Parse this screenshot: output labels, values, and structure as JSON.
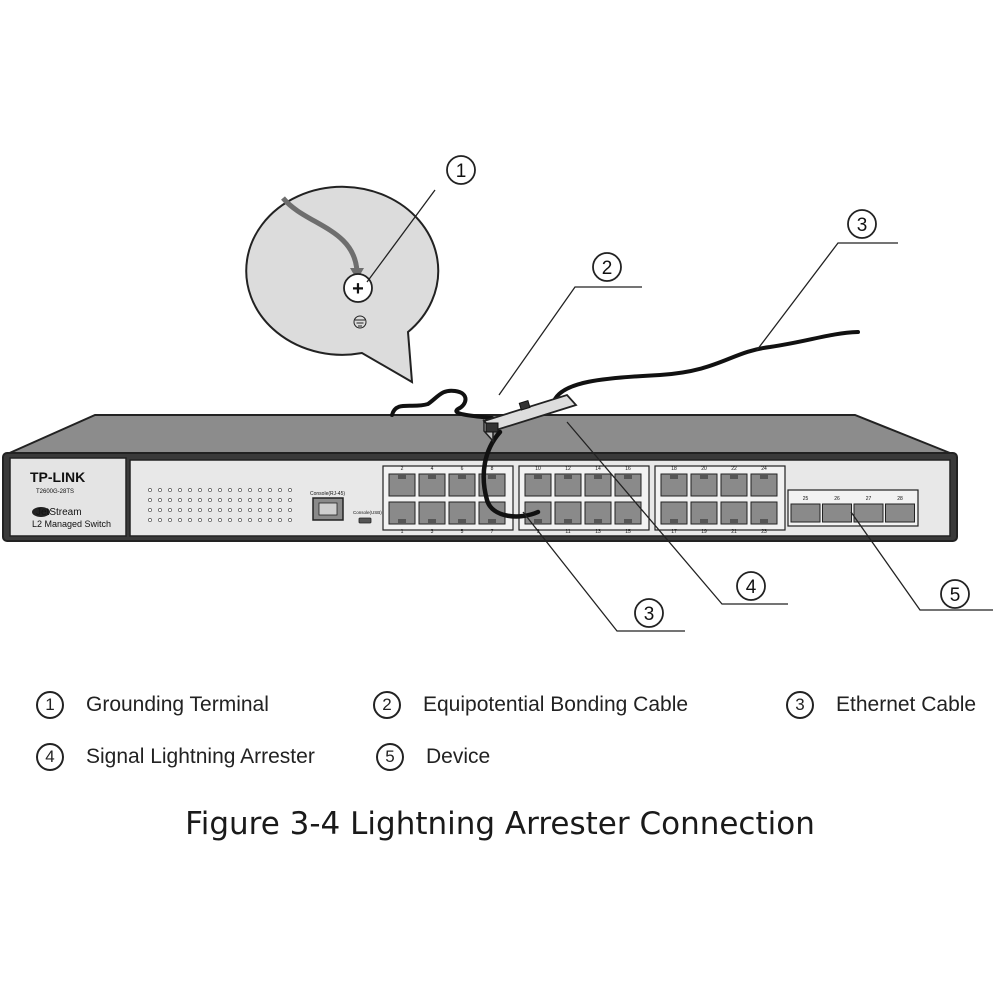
{
  "callouts": [
    "1",
    "2",
    "3",
    "4",
    "3",
    "5"
  ],
  "device": {
    "brand": "TP-LINK",
    "model": "T2600G-28TS",
    "series": "JetStream",
    "type": "L2 Managed Switch",
    "console_rj45": "Console(RJ-45)",
    "console_usb": "Console(USB)",
    "grounding_symbol": "+",
    "port_labels_top": [
      "2",
      "4",
      "6",
      "8",
      "10",
      "12",
      "14",
      "16",
      "18",
      "20",
      "22",
      "24"
    ],
    "port_labels_bottom": [
      "1",
      "3",
      "5",
      "7",
      "9",
      "11",
      "13",
      "15",
      "17",
      "19",
      "21",
      "23"
    ],
    "sfp_labels": [
      "25",
      "26",
      "27",
      "28"
    ]
  },
  "legend": [
    {
      "num": "1",
      "label": "Grounding Terminal"
    },
    {
      "num": "2",
      "label": "Equipotential Bonding Cable"
    },
    {
      "num": "3",
      "label": "Ethernet Cable"
    },
    {
      "num": "4",
      "label": "Signal Lightning Arrester"
    },
    {
      "num": "5",
      "label": "Device"
    }
  ],
  "caption": "Figure 3-4  Lightning Arrester Connection",
  "colors": {
    "outline": "#222222",
    "chassis_top": "#8c8c8c",
    "panel": "#e8e8e8",
    "port": "#8a8a8a"
  }
}
